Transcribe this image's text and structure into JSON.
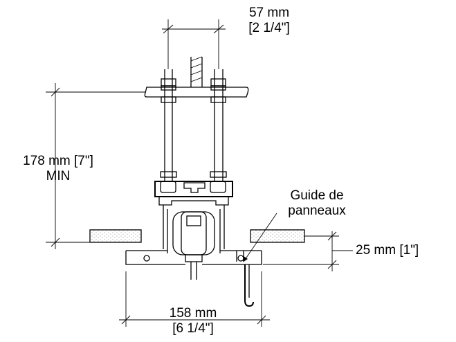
{
  "dimensions": {
    "rod_spacing": {
      "metric": "57 mm",
      "imperial": "[2 1/4\"]"
    },
    "min_height": {
      "value": "178 mm [7\"]",
      "qualifier": "MIN"
    },
    "panel_thickness": {
      "value": "25 mm [1\"]"
    },
    "track_width": {
      "metric": "158 mm",
      "imperial": "[6 1/4\"]"
    }
  },
  "callouts": {
    "panel_guide": {
      "line1": "Guide de",
      "line2": "panneaux"
    }
  }
}
